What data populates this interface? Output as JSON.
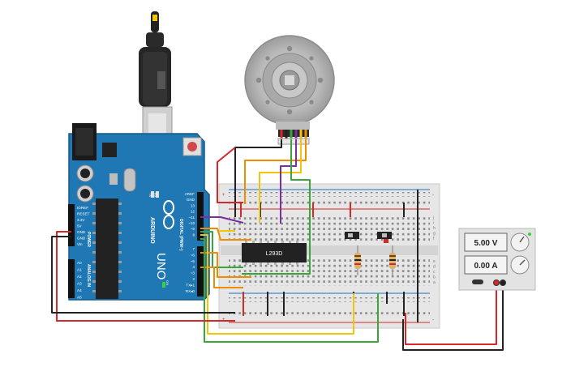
{
  "arduino": {
    "brand": "ARDUINO",
    "model": "UNO",
    "power_header": "POWER",
    "analog_header": "ANALOG IN",
    "digital_header": "DIGITAL (PWM~)",
    "tx_label": "TX",
    "rx_label": "RX",
    "on_label": "ON",
    "power_pins": [
      "IOREF",
      "RESET",
      "3.3V",
      "5V",
      "GND",
      "GND",
      "Vin"
    ],
    "analog_pins": [
      "A0",
      "A1",
      "A2",
      "A3",
      "A4",
      "A5"
    ],
    "top_pins": [
      "AREF",
      "GND",
      "13",
      "12",
      "~11",
      "~10",
      "~9",
      "8"
    ],
    "bottom_pins": [
      "7",
      "~6",
      "~5",
      "4",
      "~3",
      "2",
      "TX▸1",
      "RX◂0"
    ]
  },
  "driver_chip": {
    "label": "L293D"
  },
  "power_supply": {
    "voltage": "5.00 V",
    "current": "0.00 A"
  },
  "breadboard": {
    "row_letters_right_top": [
      "j",
      "i",
      "h",
      "g",
      "f"
    ],
    "row_letters_right_bottom": [
      "e",
      "d",
      "c",
      "b",
      "a"
    ]
  },
  "colors": {
    "arduino_board": "#1f78b4",
    "breadboard": "#e6e6e6",
    "wire_red": "#d62828",
    "wire_black": "#222222",
    "wire_orange": "#f08c00",
    "wire_yellow": "#f2c40a",
    "wire_green": "#3aa63a",
    "wire_purple": "#7a2ea0",
    "wire_gray": "#8a8a8a"
  }
}
